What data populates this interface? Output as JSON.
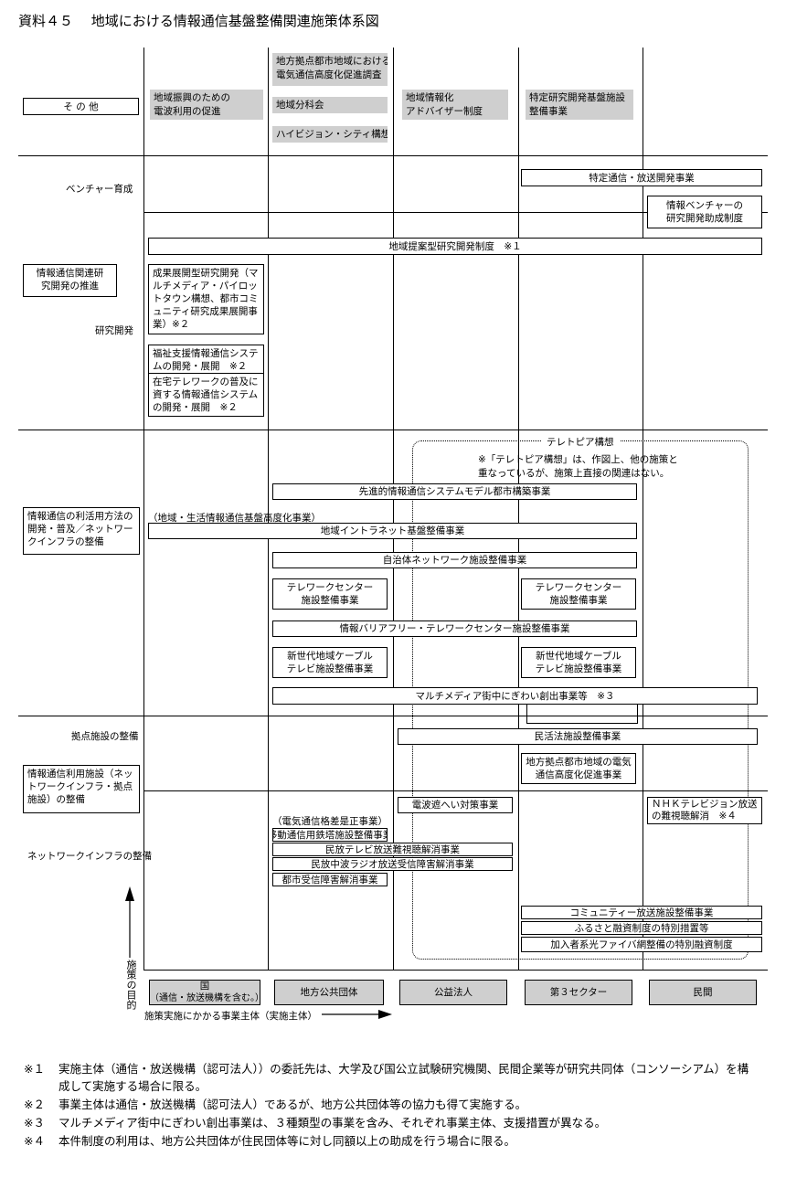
{
  "title": "資料４５　 地域における情報通信基盤整備関連施策体系図",
  "rows": {
    "other": "そ の 他",
    "venture": "ベンチャー育成",
    "rd_main": "情報通信関連研究開発の推進",
    "rd_sub": "研究開発",
    "app": "情報通信の利活用方法の開発・普及／ネットワークインフラの整備",
    "hub": "拠点施設の整備",
    "facility": "情報通信利用施設（ネットワークインフラ・拠点施設）の整備",
    "network": "ネットワークインフラの整備"
  },
  "gray": {
    "g1": "地域振興のための\n電波利用の促進",
    "g2": "地方拠点都市地域における\n電気通信高度化促進調査",
    "g3": "地域分科会",
    "g4": "ハイビジョン・シティ構想",
    "g5": "地域情報化\nアドバイザー制度",
    "g6": "特定研究開発基盤施設\n整備事業"
  },
  "boxes": {
    "b_tokutei": "特定通信・放送開発事業",
    "b_joho_venture": "情報ベンチャーの\n研究開発助成制度",
    "b_teian": "地域提案型研究開発制度　※１",
    "b_seika": "成果展開型研究開発（マルチメディア・パイロットタウン構想、都市コミュニティ研究成果展開事業）※２",
    "b_fukushi": "福祉支援情報通信システムの開発・展開　※２",
    "b_zaitaku": "在宅テレワークの普及に資する情報通信システムの開発・展開　※２",
    "b_sendo": "先進的情報通信システムモデル都市構築事業",
    "b_intranet": "地域イントラネット基盤整備事業",
    "b_jichitai": "自治体ネットワーク施設整備事業",
    "b_telework1": "テレワークセンター\n施設整備事業",
    "b_telework2": "テレワークセンター\n施設整備事業",
    "b_barrier": "情報バリアフリー・テレワークセンター施設整備事業",
    "b_catv1": "新世代地域ケーブル\nテレビ施設整備事業",
    "b_catv2": "新世代地域ケーブル\nテレビ施設整備事業",
    "b_machinaka": "マルチメディア街中にぎわい創出事業等　※３",
    "b_minkatsu": "民活法施設整備事業",
    "b_chiho": "地方拠点都市地域の電気\n通信高度化促進事業",
    "b_denpa": "電波遮へい対策事業",
    "b_nhk": "ＮＨＫテレビジョン放送\nの難視聴解消　※４",
    "b_idou": "移動通信用鉄塔施設整備事業",
    "b_minpo": "民放テレビ放送難視聴解消事業",
    "b_am": "民放中波ラジオ放送受信障害解消事業",
    "b_toshi": "都市受信障害解消事業",
    "b_community": "コミュニティー放送施設整備事業",
    "b_furusato": "ふるさと融資制度の特別措置等",
    "b_hikari": "加入者系光ファイバ網整備の特別融資制度"
  },
  "labels": {
    "chiiki_seikatsu": "（地域・生活情報通信基盤高度化事業）",
    "kakusa": "（電気通信格差是正事業）",
    "teletopia": "テレトピア構想",
    "teletopia_note": "※「テレトピア構想」は、作図上、他の施策と\n重なっているが、施策上直接の関連はない。",
    "purpose": "施策の目的",
    "actor_axis": "施策実施にかかる事業主体（実施主体）"
  },
  "actors": {
    "a1_top": "国",
    "a1_bottom": "（通信・放送機構を含む。）",
    "a2": "地方公共団体",
    "a3": "公益法人",
    "a4": "第３セクター",
    "a5": "民間"
  },
  "notes": [
    {
      "mark": "※１",
      "text": "実施主体（通信・放送機構（認可法人））の委託先は、大学及び国公立試験研究機関、民間企業等が研究共同体（コンソーシアム）を構成して実施する場合に限る。"
    },
    {
      "mark": "※２",
      "text": "事業主体は通信・放送機構（認可法人）であるが、地方公共団体等の協力も得て実施する。"
    },
    {
      "mark": "※３",
      "text": "マルチメディア街中にぎわい創出事業は、３種類型の事業を含み、それぞれ事業主体、支援措置が異なる。"
    },
    {
      "mark": "※４",
      "text": "本件制度の利用は、地方公共団体が住民団体等に対し同額以上の助成を行う場合に限る。"
    }
  ]
}
